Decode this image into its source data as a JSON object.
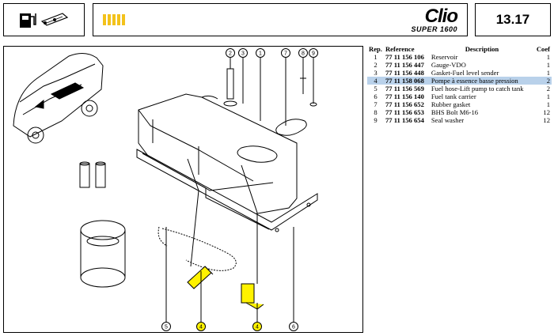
{
  "header": {
    "page_number": "13.17",
    "logo_text": "Clio",
    "logo_subtext": "SUPER 1600",
    "accent_color": "#f3c21b"
  },
  "parts_table": {
    "headers": {
      "rep": "Rep.",
      "reference": "Reference",
      "description": "Description",
      "coef": "Coef"
    },
    "rows": [
      {
        "rep": "1",
        "reference": "77 11 156 106",
        "description": "Reservoir",
        "coef": "1"
      },
      {
        "rep": "2",
        "reference": "77 11 156 447",
        "description": "Gauge-VDO",
        "coef": "1"
      },
      {
        "rep": "3",
        "reference": "77 11 156 448",
        "description": "Gasket-Fuel level sender",
        "coef": "1"
      },
      {
        "rep": "4",
        "reference": "77 11 158 068",
        "description": "Pompe à essence basse pression",
        "coef": "2"
      },
      {
        "rep": "5",
        "reference": "77 11 156 569",
        "description": "Fuel hose-Lift pump to catch tank",
        "coef": "2"
      },
      {
        "rep": "6",
        "reference": "77 11 156 140",
        "description": "Fuel tank carrier",
        "coef": "1"
      },
      {
        "rep": "7",
        "reference": "77 11 156 652",
        "description": "Rubber gasket",
        "coef": "1"
      },
      {
        "rep": "8",
        "reference": "77 11 156 653",
        "description": "BHS Bolt M6-16",
        "coef": "12"
      },
      {
        "rep": "9",
        "reference": "77 11 156 654",
        "description": "Seal washer",
        "coef": "12"
      }
    ],
    "selected_rep": "4"
  },
  "diagram": {
    "top_callouts": [
      "2",
      "3",
      "1",
      "7",
      "8",
      "9"
    ],
    "bottom_callouts": [
      "5",
      "4",
      "4",
      "6"
    ],
    "highlight_color": "#fff200"
  }
}
